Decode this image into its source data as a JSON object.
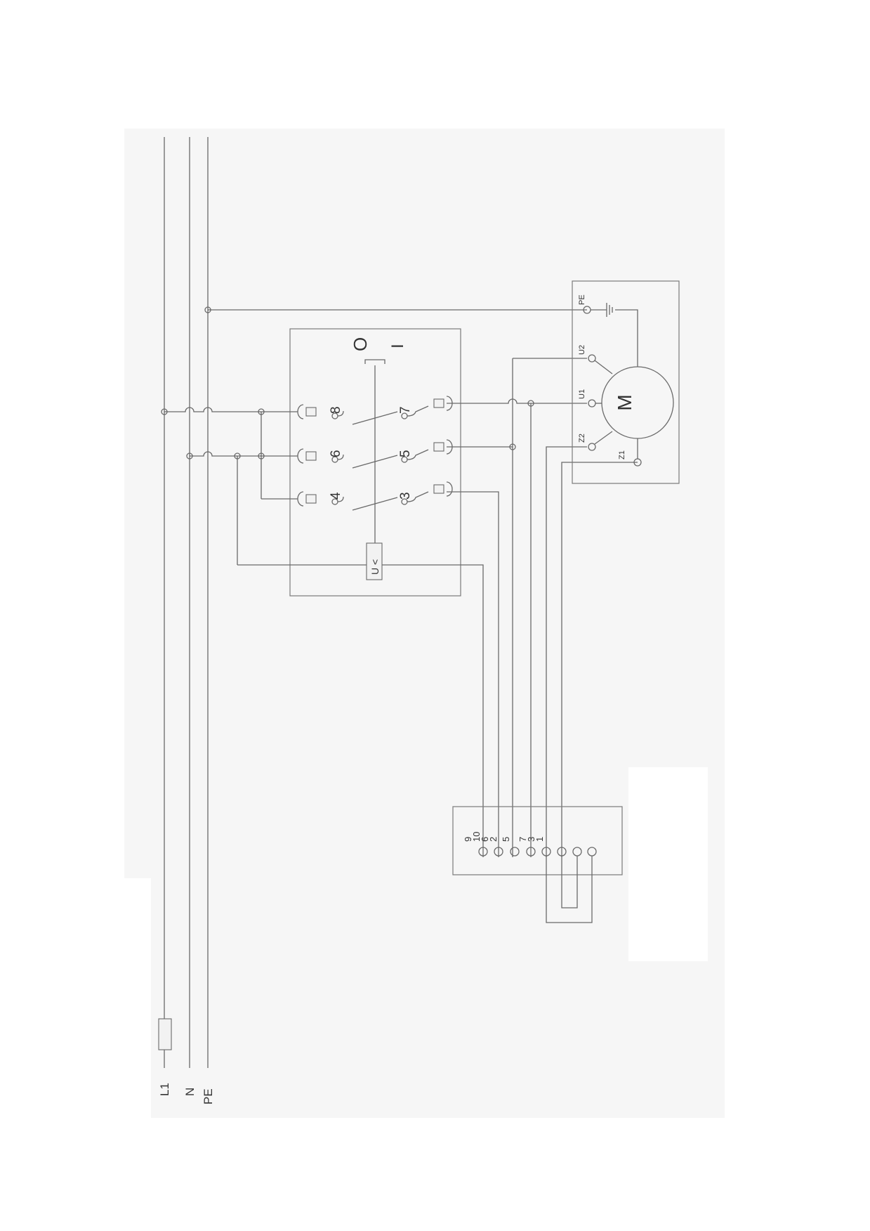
{
  "supply": {
    "l1_label": "L1",
    "n_label": "N",
    "pe_label": "PE"
  },
  "switch": {
    "pos_off": "O",
    "pos_on": "I",
    "terminals": [
      "8",
      "6",
      "4",
      "7",
      "5",
      "3"
    ],
    "undervoltage_label": "U <"
  },
  "motor": {
    "symbol": "M",
    "terminals": [
      "PE",
      "U2",
      "U1",
      "Z2",
      "Z1"
    ]
  },
  "terminal_strip": {
    "labels": [
      "9",
      "10",
      "6",
      "2",
      "5",
      "7",
      "3",
      "1"
    ]
  }
}
